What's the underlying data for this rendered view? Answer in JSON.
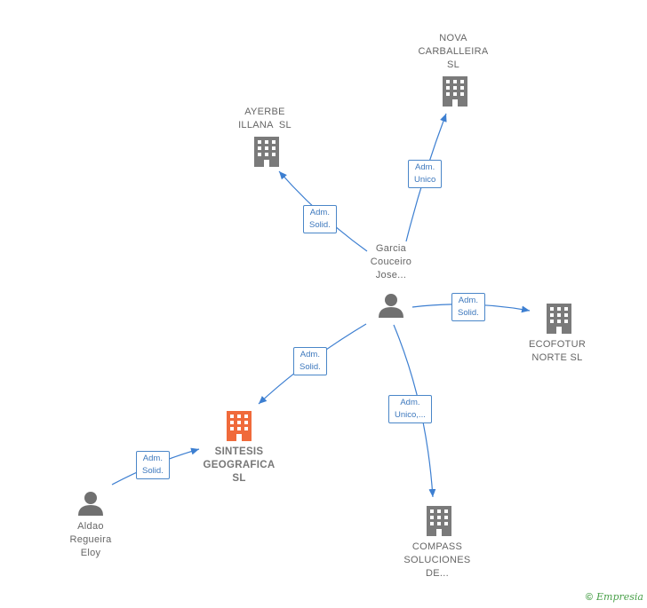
{
  "colors": {
    "edge": "#3d7fd1",
    "building": "#7a7a7a",
    "building_main": "#f06a3b",
    "person": "#707070"
  },
  "nodes": {
    "nova": {
      "lines": [
        "NOVA",
        "CARBALLEIRA",
        "SL"
      ],
      "icon": "building-icon"
    },
    "ayerbe": {
      "lines": [
        "AYERBE",
        "ILLANA  SL"
      ],
      "icon": "building-icon"
    },
    "garcia": {
      "lines": [
        "Garcia",
        "Couceiro",
        "Jose..."
      ],
      "icon": "person-icon"
    },
    "ecofotur": {
      "lines": [
        "ECOFOTUR",
        "NORTE SL"
      ],
      "icon": "building-icon"
    },
    "sintesis": {
      "lines": [
        "SINTESIS",
        "GEOGRAFICA",
        "SL"
      ],
      "icon": "building-icon"
    },
    "aldao": {
      "lines": [
        "Aldao",
        "Regueira",
        "Eloy"
      ],
      "icon": "person-icon"
    },
    "compass": {
      "lines": [
        "COMPASS",
        "SOLUCIONES",
        "DE..."
      ],
      "icon": "building-icon"
    }
  },
  "relations": {
    "to_nova": [
      "Adm.",
      "Unico"
    ],
    "to_ayerbe": [
      "Adm.",
      "Solid."
    ],
    "to_ecofotur": [
      "Adm.",
      "Solid."
    ],
    "to_sintesis": [
      "Adm.",
      "Solid."
    ],
    "to_compass": [
      "Adm.",
      "Unico,..."
    ],
    "aldao_to_sintesis": [
      "Adm.",
      "Solid."
    ]
  },
  "footer": {
    "copyright_symbol": "©",
    "brand": "Empresia"
  }
}
